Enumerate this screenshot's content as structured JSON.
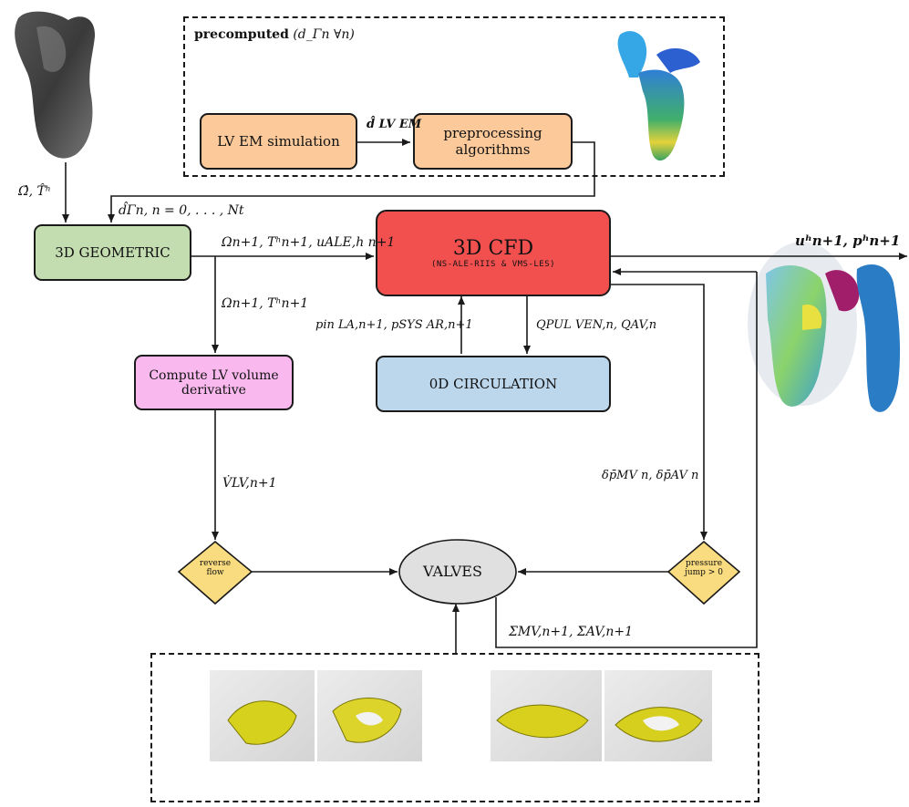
{
  "precomputed_frame": {
    "title_bold": "precomputed",
    "title_math": "(d_Γn ∀n)"
  },
  "boxes": {
    "lv_em": "LV EM simulation",
    "preproc_line1": "preprocessing",
    "preproc_line2": "algorithms",
    "geometric": "3D GEOMETRIC",
    "cfd_title": "3D CFD",
    "cfd_subtitle": "(NS-ALE-RIIS & VMS-LES)",
    "circulation": "0D CIRCULATION",
    "lv_volume_line1": "Compute LV volume",
    "lv_volume_line2": "derivative",
    "valves": "VALVES",
    "reverse_flow_line1": "reverse",
    "reverse_flow_line2": "flow",
    "pressure_jump_line1": "pressure",
    "pressure_jump_line2": "jump > 0"
  },
  "labels": {
    "d_lv_em": "d̂ LV EM",
    "omega_tau": "Ω̂, T̂ʰ",
    "d_gamma_n": "d̂Γn, n = 0, . . . , Nt",
    "geo_to_cfd": "Ωn+1, Tʰn+1, uALE,h n+1",
    "geo_to_vol": "Ωn+1, Tʰn+1",
    "cfd_output": "uʰn+1, pʰn+1",
    "p_la_ar": "pin LA,n+1, pSYS AR,n+1",
    "q_ven_av": "QPUL VEN,n, QAV,n",
    "v_dot": "V̇LV,n+1",
    "delta_p": "δp̄MV n, δp̄AV n",
    "sigma": "ΣMV,n+1, ΣAV,n+1"
  },
  "colors": {
    "orange": "#fbc99a",
    "green": "#c4ddb0",
    "red": "#f24f4f",
    "blue": "#bcd7ec",
    "pink": "#f9b9ee",
    "grey": "#e0e0e0",
    "yellow": "#f9dc7f"
  }
}
